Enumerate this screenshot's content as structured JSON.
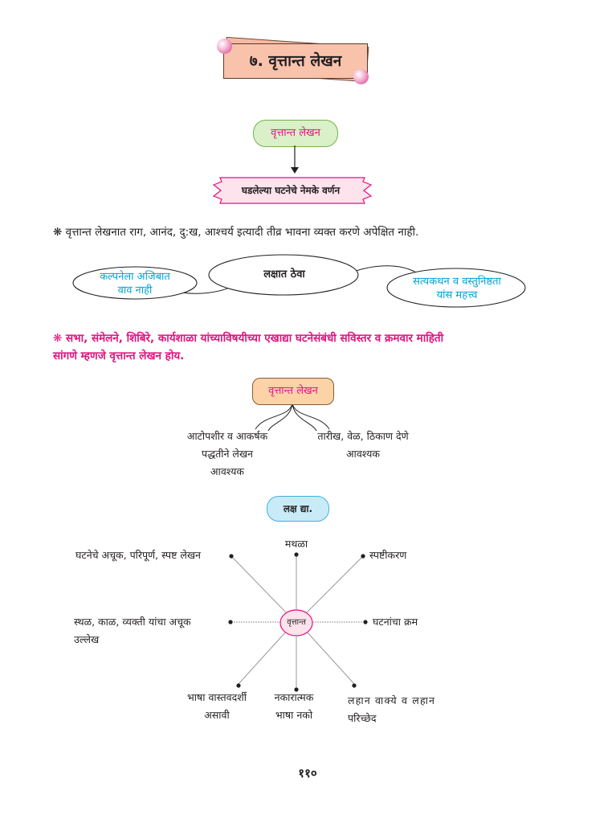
{
  "title": "७. वृत्तान्त लेखन",
  "flow": {
    "top_label": "वृत्तान्त लेखन",
    "ribbon_label": "घडलेल्या घटनेचे नेमके वर्णन"
  },
  "note1": "❋ वृत्तान्त लेखनात राग, आनंद, दु:ख, आश्चर्य इत्यादी तीव्र भावना व्यक्त करणे अपेक्षित नाही.",
  "remember": {
    "center": "लक्षात ठेवा",
    "left_line1": "कल्पनेला अजिबात",
    "left_line2": "वाव नाही",
    "right_line1": "सत्यकथन व वस्तुनिष्ठता",
    "right_line2": "यांस महत्त्व"
  },
  "definition_line1": "❋ सभा, संमेलने, शिबिरे, कार्यशाळा यांच्याविषयीच्या एखाद्या घटनेसंबंधी सविस्तर व क्रमवार माहिती",
  "definition_line2": "सांगणे म्हणजे वृत्तान्त लेखन होय.",
  "branch": {
    "label": "वृत्तान्त लेखन",
    "left_line1": "आटोपशीर व आकर्षक",
    "left_line2": "पद्धतीने लेखन",
    "left_line3": "आवश्यक",
    "right_line1": "तारीख, वेळ, ठिकाण देणे",
    "right_line2": "आवश्यक"
  },
  "attention": "लक्ष द्या.",
  "star": {
    "center": "वृत्तान्त",
    "top": "मथळा",
    "top_right": "स्पष्टीकरण",
    "right": "घटनांचा क्रम",
    "bottom_right_line1": "लहान वाक्ये व लहान",
    "bottom_right_line2": "परिच्छेद",
    "bottom_line1": "नकारात्मक",
    "bottom_line2": "भाषा नको",
    "bottom_left_line1": "भाषा वास्तवदर्शी",
    "bottom_left_line2": "असावी",
    "left_line1": "स्थळ, काळ, व्यक्ती यांचा अचूक",
    "left_line2": "उल्लेख",
    "top_left": "घटनेचे अचूक, परिपूर्ण, स्पष्ट लेखन"
  },
  "page_number": "११०",
  "colors": {
    "accent_magenta": "#e3127e",
    "accent_cyan": "#00a3d9",
    "title_fill": "#f9c2ab"
  }
}
